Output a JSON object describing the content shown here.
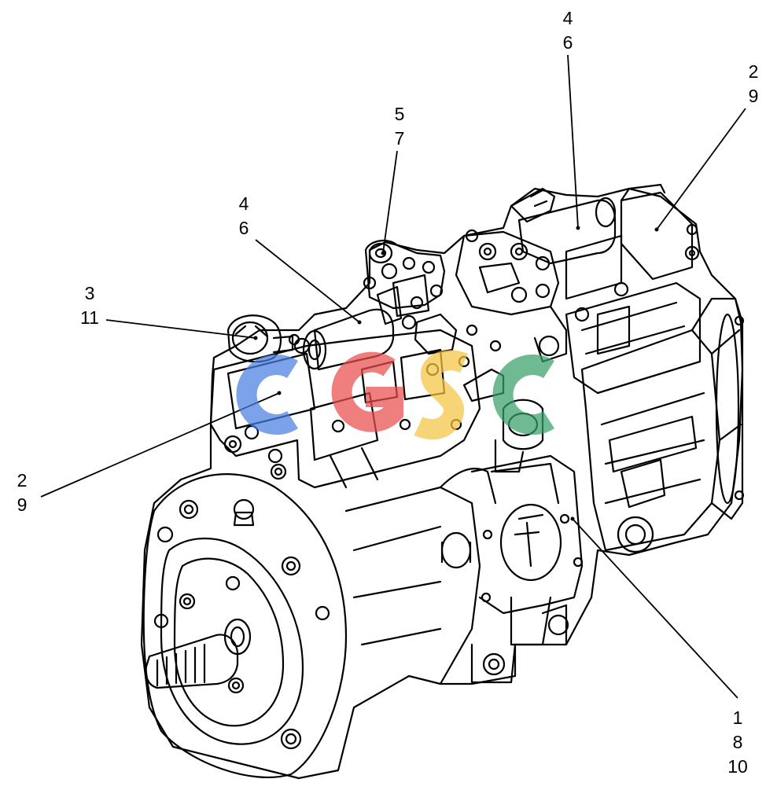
{
  "callouts": {
    "top_center": {
      "lines": [
        "4",
        "6"
      ]
    },
    "top_right": {
      "lines": [
        "2",
        "9"
      ]
    },
    "upper_mid": {
      "lines": [
        "5",
        "7"
      ]
    },
    "mid_left": {
      "lines": [
        "4",
        "6"
      ]
    },
    "left_upper": {
      "lines": [
        "3",
        "11"
      ]
    },
    "left_lower": {
      "lines": [
        "2",
        "9"
      ]
    },
    "bottom_right": {
      "lines": [
        "1",
        "8",
        "10"
      ]
    }
  },
  "watermark": {
    "text": "CGSC",
    "colors": [
      "#4a7fe3",
      "#ea4f4f",
      "#f5c542",
      "#3aa06a"
    ]
  },
  "colors": {
    "line": "#000000",
    "background": "#ffffff"
  }
}
